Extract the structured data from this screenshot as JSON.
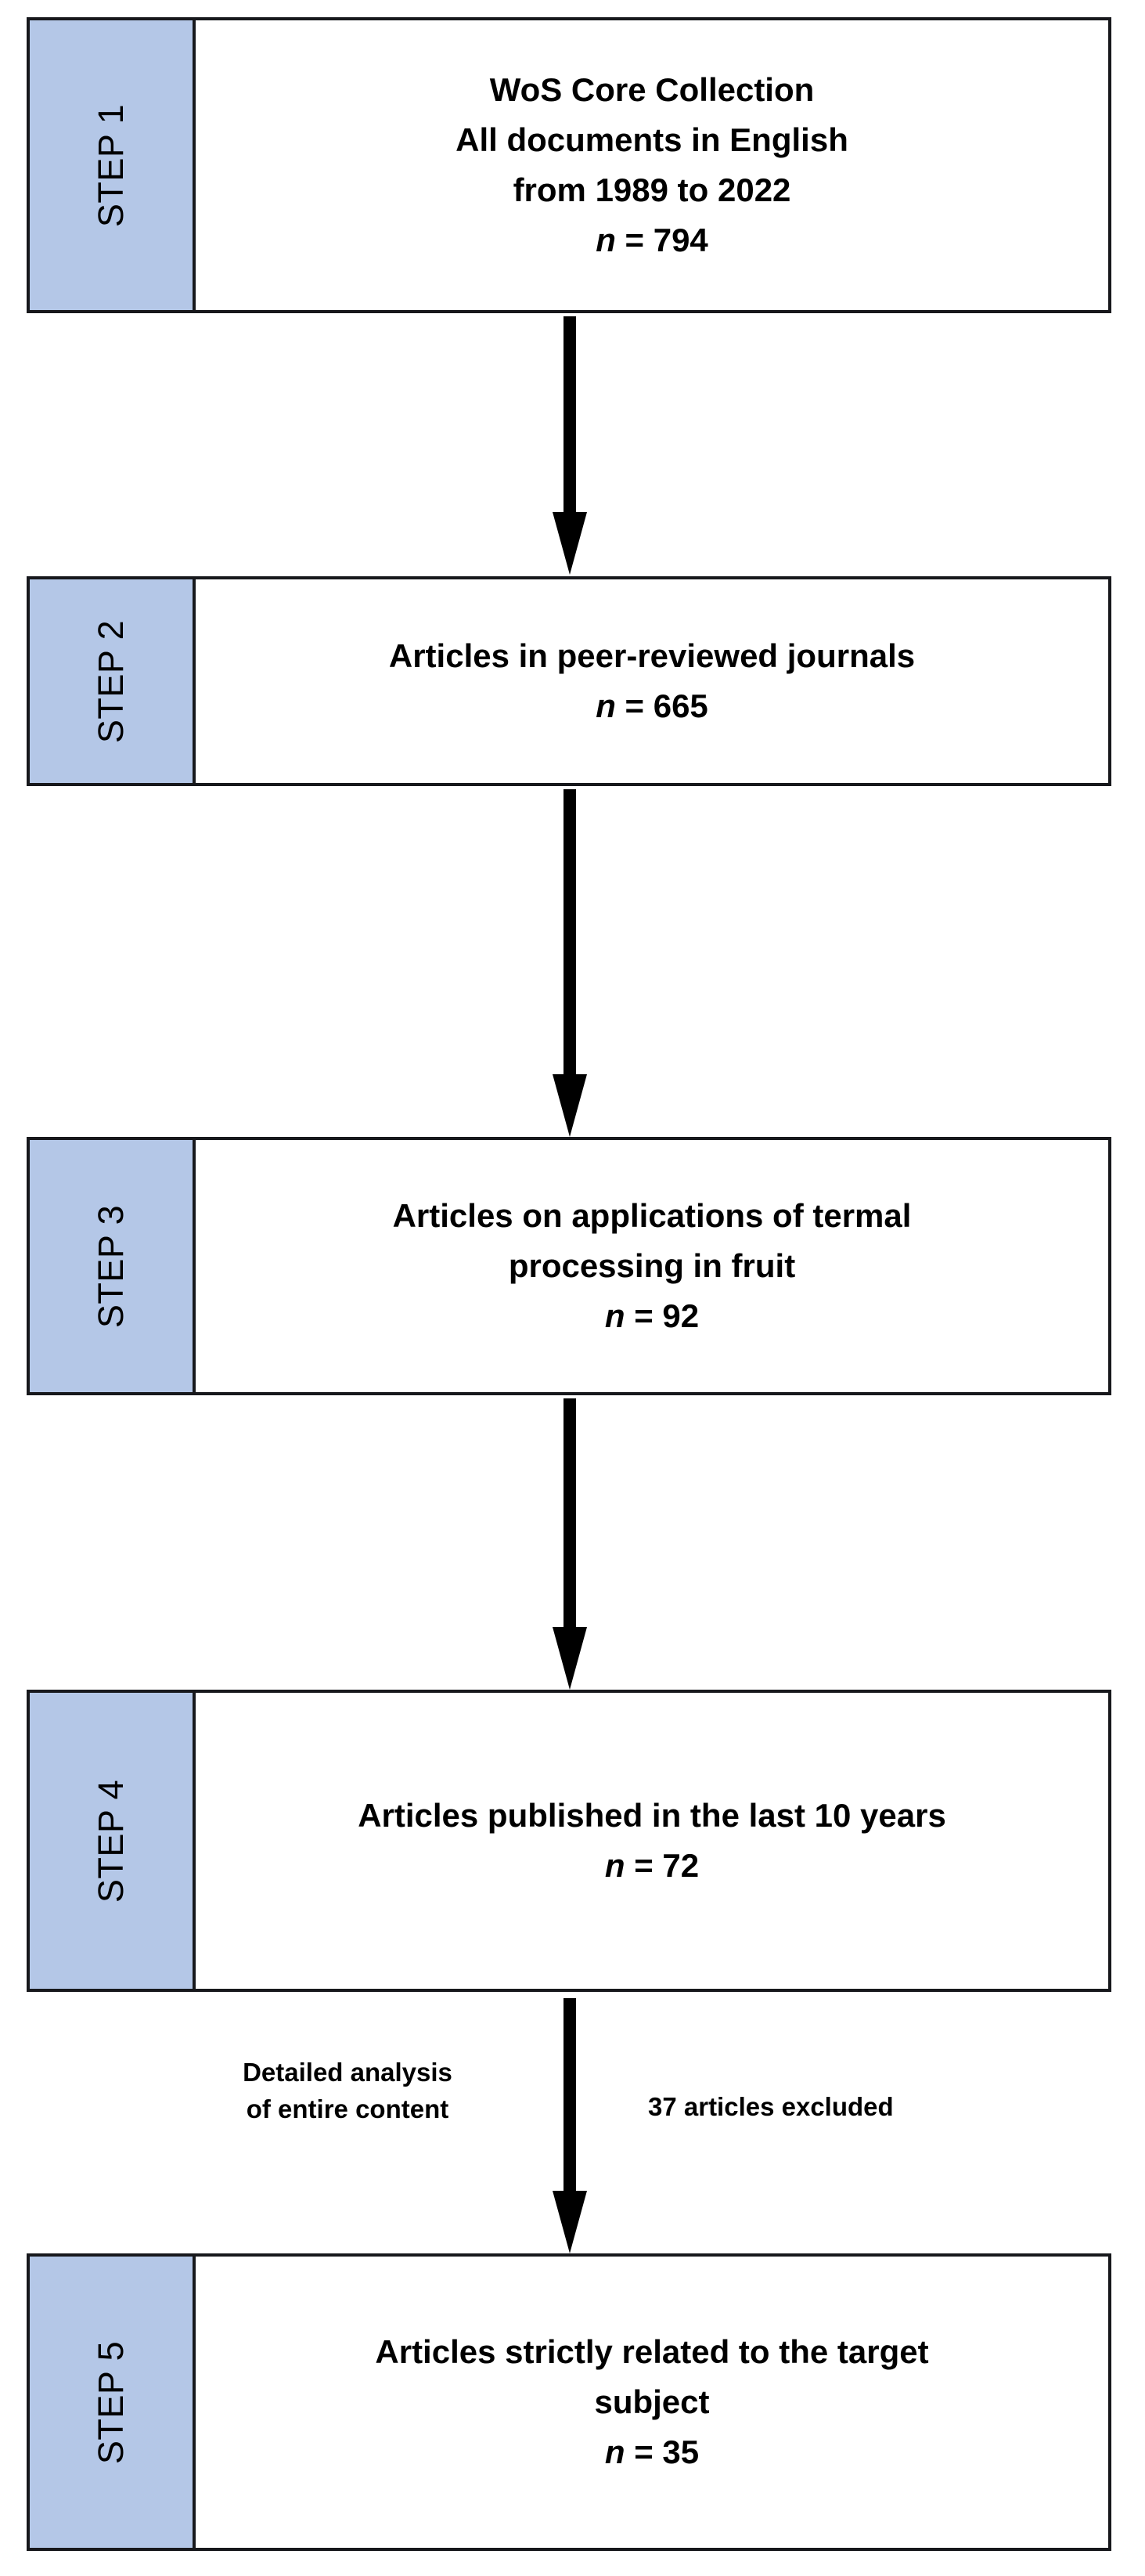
{
  "diagram": {
    "type": "flowchart",
    "title": "Literature screening flow diagram",
    "colors": {
      "step_tab_fill": "#b4c7e7",
      "box_border": "#17181c",
      "box_fill": "#ffffff",
      "text": "#000000",
      "arrow": "#000000"
    },
    "steps": [
      {
        "tab_label": "STEP 1",
        "lines": [
          "WoS Core Collection",
          "All documents in English",
          "from 1989 to 2022"
        ],
        "count_prefix": "n",
        "count_equals": " = ",
        "count_value": "794",
        "count_text": "n = 794"
      },
      {
        "tab_label": "STEP 2",
        "lines": [
          "Articles in peer-reviewed journals"
        ],
        "count_prefix": "n",
        "count_equals": " = ",
        "count_value": "665",
        "count_text": "n = 665"
      },
      {
        "tab_label": "STEP 3",
        "lines": [
          "Articles on applications of termal",
          "processing in fruit"
        ],
        "count_prefix": "n",
        "count_equals": " = ",
        "count_value": "92",
        "count_text": "n = 92"
      },
      {
        "tab_label": "STEP 4",
        "lines": [
          "Articles published in the last 10 years"
        ],
        "count_prefix": "n",
        "count_equals": " = ",
        "count_value": "72",
        "count_text": "n = 72"
      },
      {
        "tab_label": "STEP 5",
        "lines": [
          "Articles strictly related to the target",
          "subject"
        ],
        "count_prefix": "n",
        "count_equals": " = ",
        "count_value": "35",
        "count_text": "n = 35"
      }
    ],
    "annotations": {
      "exclusion_method_line1": "Detailed analysis",
      "exclusion_method_line2": "of entire content",
      "excluded_label": "37 articles excluded"
    },
    "connectors": [
      {
        "from": "STEP 1",
        "to": "STEP 2"
      },
      {
        "from": "STEP 2",
        "to": "STEP 3"
      },
      {
        "from": "STEP 3",
        "to": "STEP 4"
      },
      {
        "from": "STEP 4",
        "to": "STEP 5"
      }
    ]
  }
}
